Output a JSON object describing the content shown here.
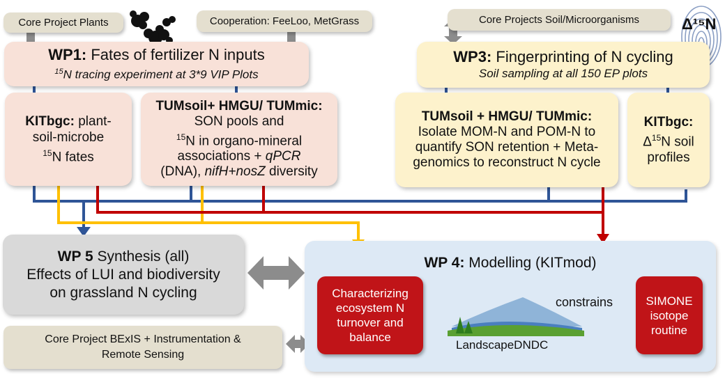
{
  "tags": {
    "core_plants": "Core Project Plants",
    "cooperation": "Cooperation: FeeLoo, MetGrass",
    "core_soil": "Core Projects Soil/Microorganisms",
    "core_bexis_line1": "Core Project BExIS + Instrumentation &",
    "core_bexis_line2": "Remote Sensing"
  },
  "delta_label": "Δ¹⁵N",
  "wp1": {
    "title_bold": "WP1:",
    "title_rest": " Fates of fertilizer N inputs",
    "sub_sup": "15",
    "sub_rest": "N tracing experiment at 3*9 VIP Plots"
  },
  "wp3": {
    "title_bold": "WP3:",
    "title_rest": " Fingerprinting of N cycling",
    "sub": "Soil sampling  at all 150 EP plots"
  },
  "tasks": {
    "kit1_bold": "KITbgc:",
    "kit1_rest": " plant-soil-microbe",
    "kit1_sup": "15",
    "kit1_end": "N fates",
    "tum1_bold": "TUMsoil+ HMGU/ TUMmic:",
    "tum1_a": " SON pools and",
    "tum1_sup": "15",
    "tum1_b": "N in organo-mineral associations + ",
    "tum1_c": "qPCR",
    "tum1_d": "(DNA), ",
    "tum1_e": "nifH+nosZ",
    "tum1_f": " diversity",
    "tum2_bold": "TUMsoil + HMGU/ TUMmic:",
    "tum2_rest": "Isolate MOM-N and POM-N to quantify SON retention + Meta-genomics to reconstruct N cycle",
    "kit2_bold": "KITbgc:",
    "kit2_sym": "Δ",
    "kit2_sup": "15",
    "kit2_rest": "N soil profiles"
  },
  "wp5": {
    "title_bold": "WP 5",
    "title_rest": " Synthesis (all)",
    "line2": "Effects of LUI and biodiversity",
    "line3": "on grassland N cycling"
  },
  "wp4": {
    "title_bold": "WP 4:",
    "title_rest": " Modelling (KITmod)",
    "char_box": "Characterizing ecosystem N turnover and balance",
    "simone_box": "SIMONE isotope routine",
    "constrains": "constrains",
    "logo_text": "LandscapeDNDC"
  },
  "colors": {
    "blue": "#2f5597",
    "red": "#c00000",
    "yellow": "#ffc000",
    "gray_arrow": "#8c8c8c"
  }
}
